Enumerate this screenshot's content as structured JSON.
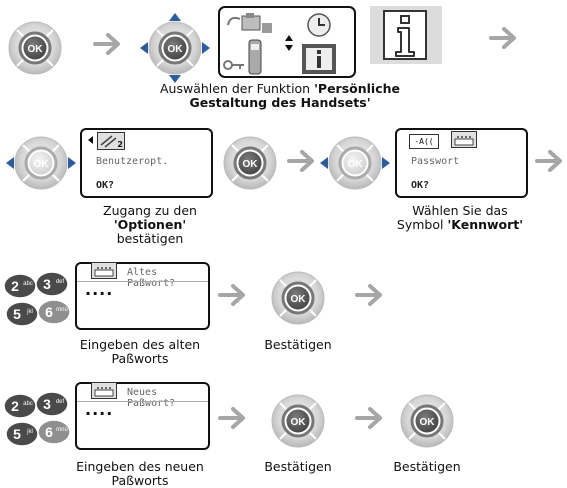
{
  "ok_label": "OK",
  "row1": {
    "caption_line1_prefix": "Auswählen der Funktion ",
    "caption_line1_bold": "'Persönliche",
    "caption_line2_bold": "Gestaltung des Handsets'"
  },
  "row2": {
    "screen1": {
      "label": "Benutzeropt.",
      "ok": "OK?",
      "badge": "2"
    },
    "screen2": {
      "label": "Passwort",
      "ok": "OK?",
      "icon_text": "-A(("
    },
    "caption_left": {
      "line1": "Zugang zu den",
      "line2_bold": "'Optionen'",
      "line3": "bestätigen"
    },
    "caption_right": {
      "line1": "Wählen Sie das",
      "line2_prefix": "Symbol ",
      "line2_bold": "'Kennwort'"
    }
  },
  "row3": {
    "screen": {
      "title": "Altes Paßwort?",
      "dots": "...."
    },
    "caption_left": {
      "line1": "Eingeben des alten",
      "line2": "Paßworts"
    },
    "caption_mid": "Bestätigen"
  },
  "row4": {
    "screen": {
      "title": "Neues Paßwort?",
      "dots": "...."
    },
    "caption_left": {
      "line1": "Eingeben des neuen",
      "line2": "Paßworts"
    },
    "caption_mid": "Bestätigen",
    "caption_right": "Bestätigen"
  },
  "keypad": {
    "keys": [
      {
        "digit": "2",
        "letters": "abc"
      },
      {
        "digit": "3",
        "letters": "def"
      },
      {
        "digit": "5",
        "letters": "jkl"
      },
      {
        "digit": "6",
        "letters": "mno"
      }
    ]
  },
  "colors": {
    "arrow": "#a6a6a6",
    "ok_blue": "#2b5d9e",
    "key_dark": "#4a4a4a",
    "key_light": "#8f8f8f"
  }
}
